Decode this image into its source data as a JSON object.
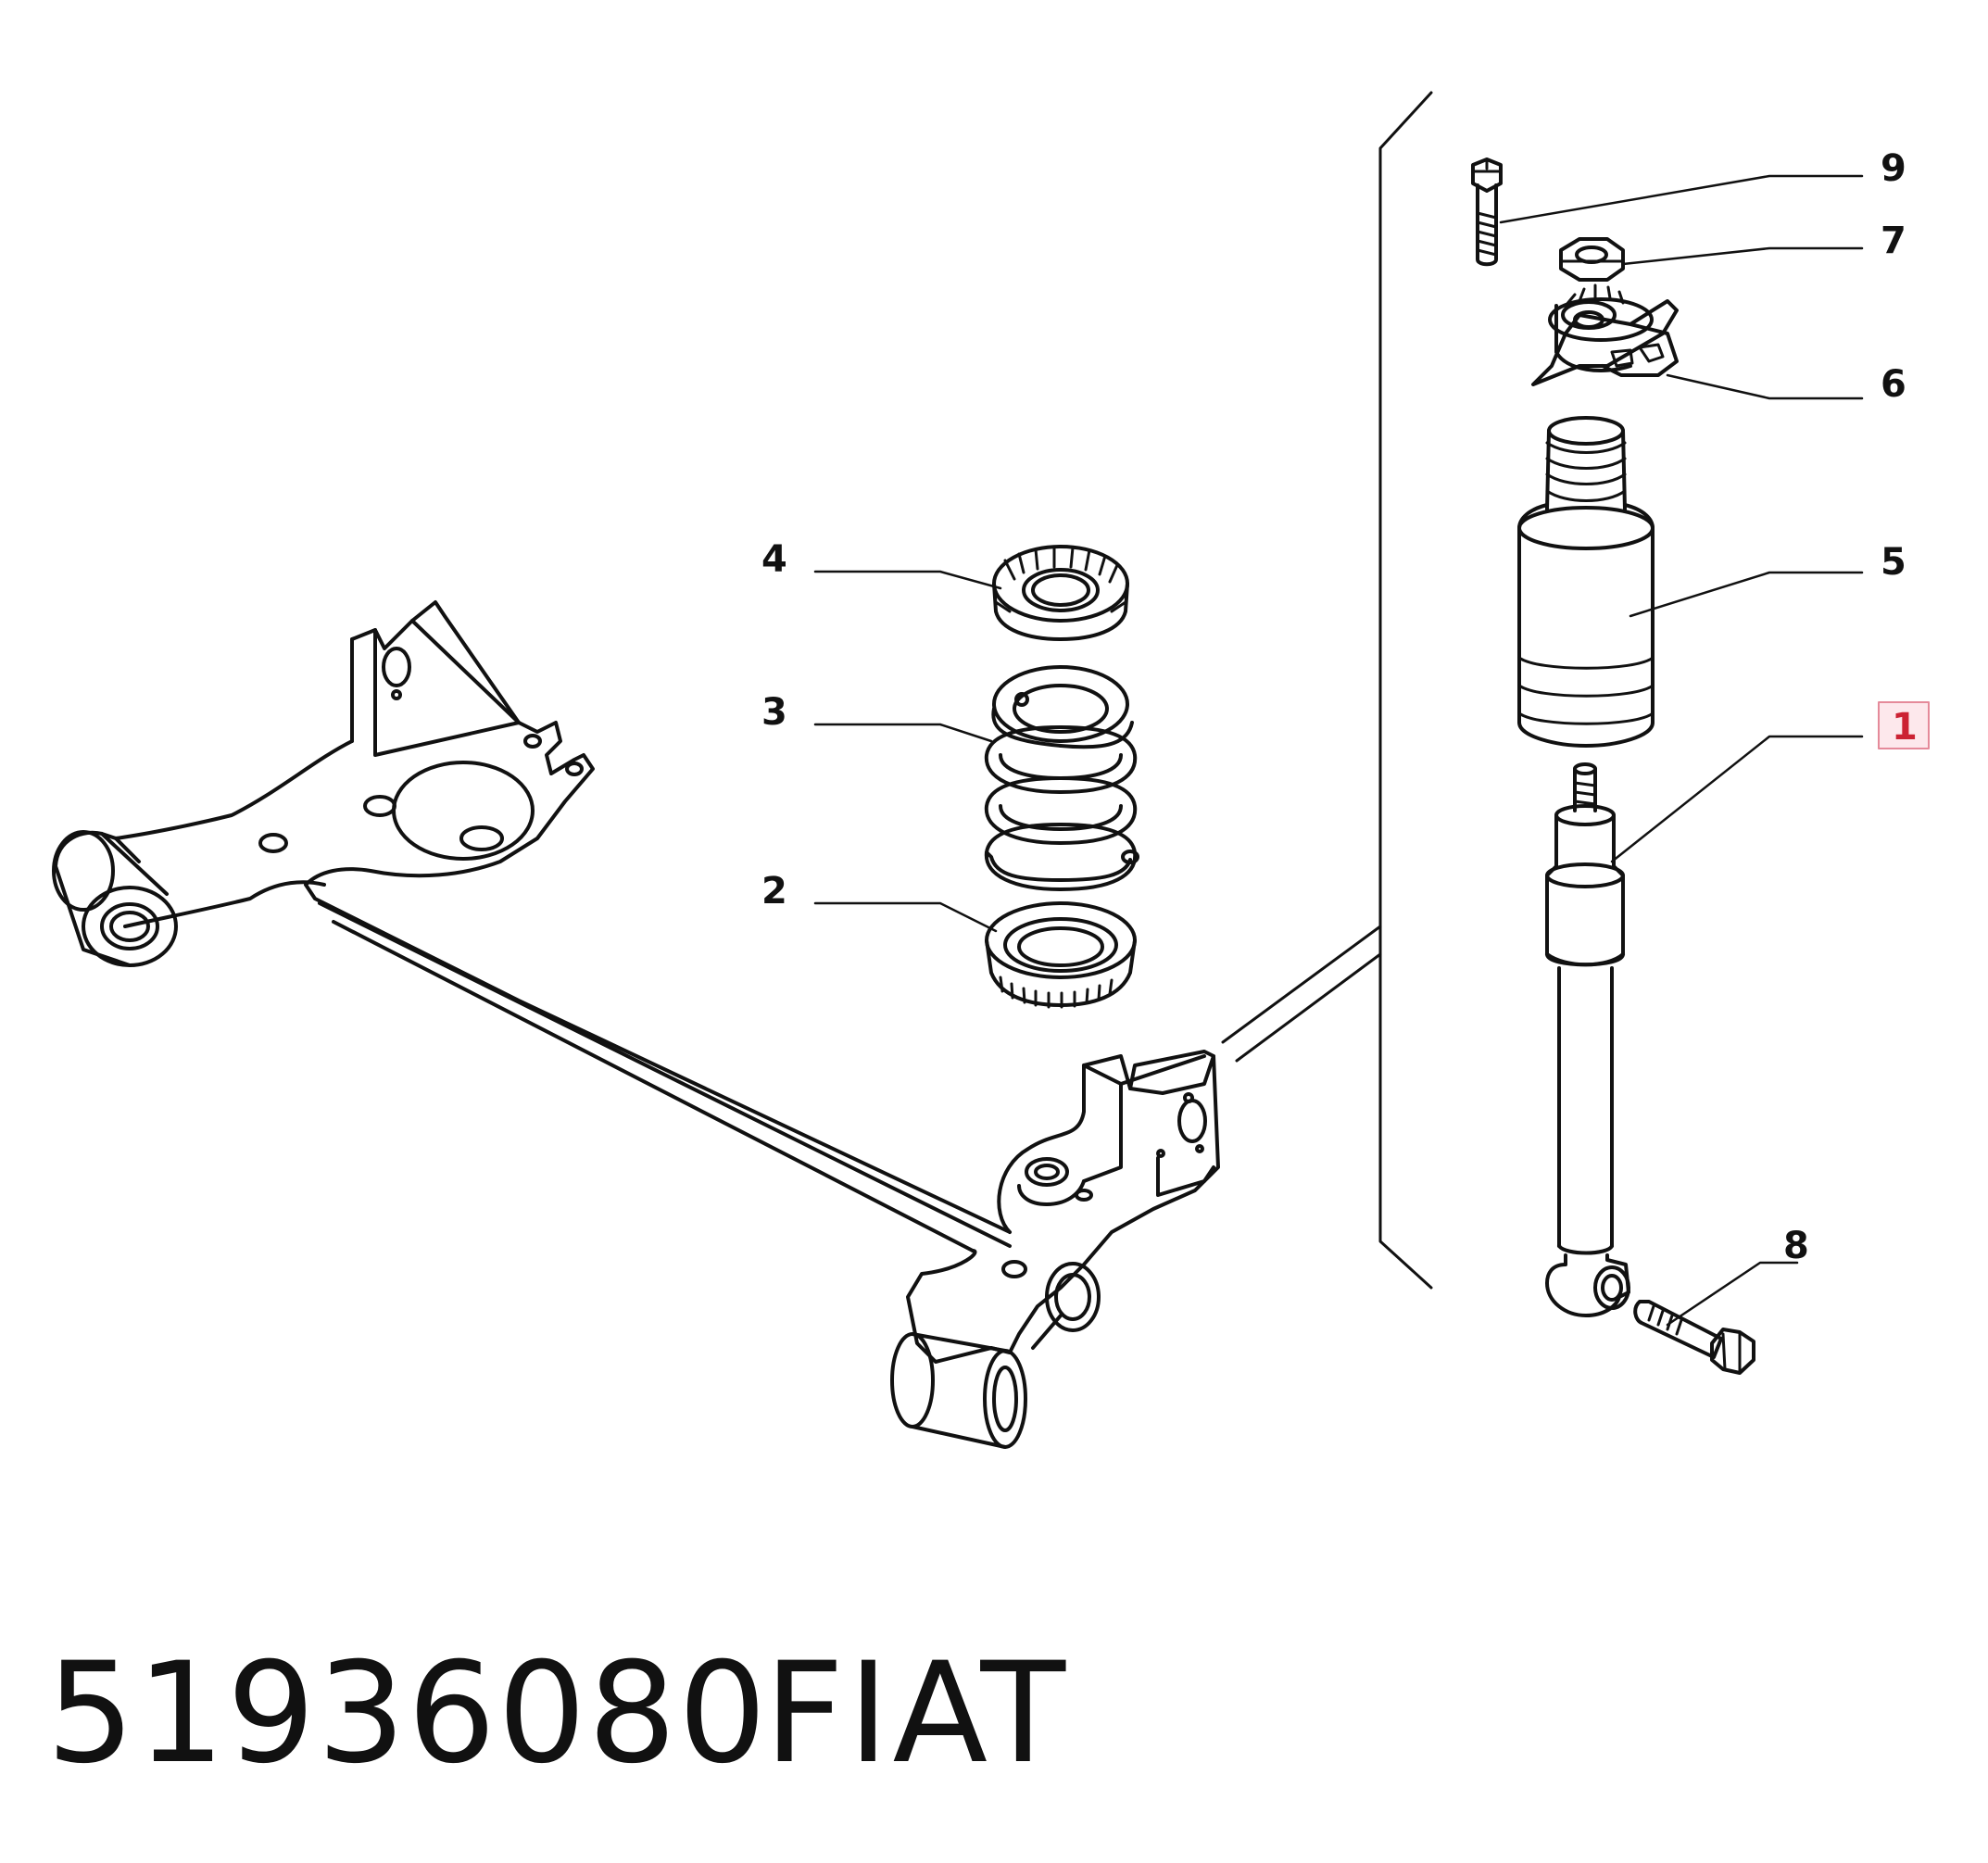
{
  "diagram": {
    "callouts": [
      {
        "id": "1",
        "label": "1",
        "highlighted": true
      },
      {
        "id": "2",
        "label": "2"
      },
      {
        "id": "3",
        "label": "3"
      },
      {
        "id": "4",
        "label": "4"
      },
      {
        "id": "5",
        "label": "5"
      },
      {
        "id": "6",
        "label": "6"
      },
      {
        "id": "7",
        "label": "7"
      },
      {
        "id": "8",
        "label": "8"
      },
      {
        "id": "9",
        "label": "9"
      }
    ]
  },
  "caption": {
    "part_number": "51936080",
    "brand": "FIAT"
  },
  "colors": {
    "line": "#111111",
    "highlight_box_fill": "#fde8ec",
    "highlight_box_border": "#e58a9a",
    "highlight_text": "#cc2233"
  }
}
